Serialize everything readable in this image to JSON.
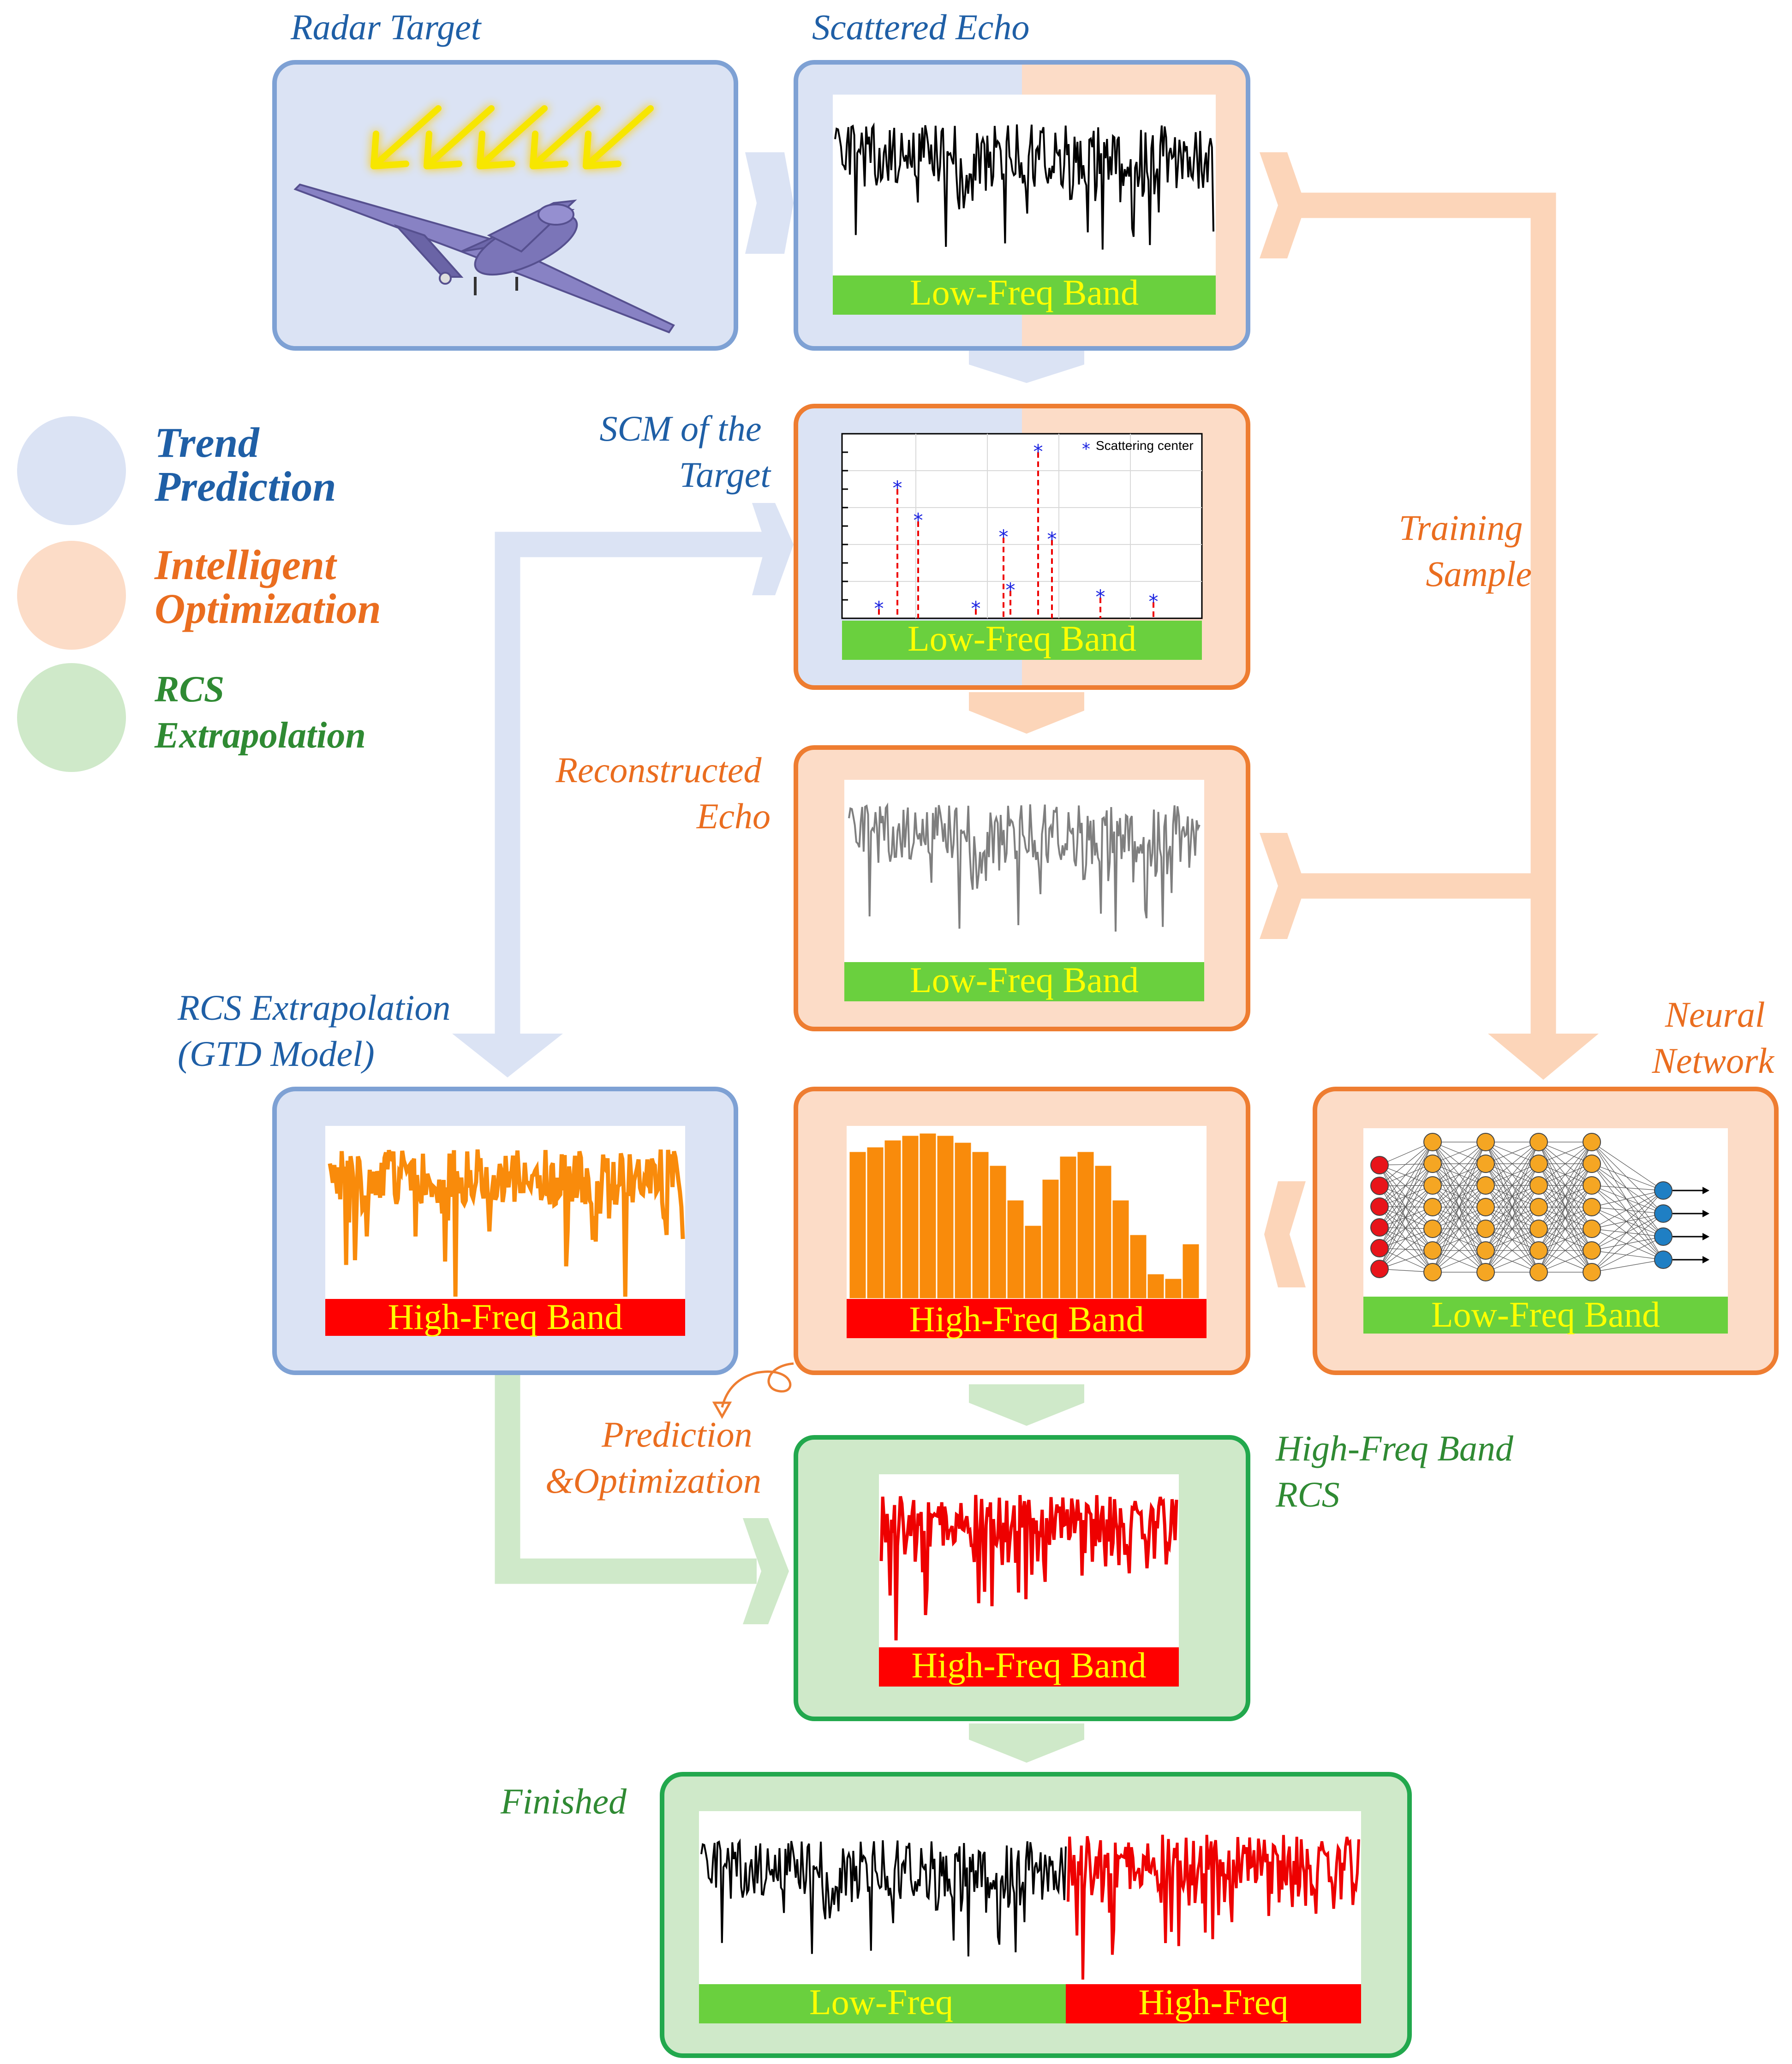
{
  "legend": {
    "trend": "Trend Prediction",
    "intelligent": "Intelligent Optimization",
    "rcs": "RCS Extrapolation"
  },
  "labels": {
    "radar_target": "Radar Target",
    "scattered_echo": "Scattered Echo",
    "scm_line1": "SCM of the",
    "scm_line2": "Target",
    "training_line1": "Training",
    "training_line2": "Sample",
    "reconstructed_line1": "Reconstructed",
    "reconstructed_line2": "Echo",
    "rcs_extrap_line1": "RCS  Extrapolation",
    "rcs_extrap_line2": "(GTD Model)",
    "neural_line1": "Neural",
    "neural_line2": "Network",
    "prediction_line1": "Prediction",
    "prediction_line2": "&Optimization",
    "highfreq_rcs_line1": "High-Freq Band",
    "highfreq_rcs_line2": "RCS",
    "finished": "Finished"
  },
  "bands": {
    "low_freq_band": "Low-Freq Band",
    "high_freq_band": "High-Freq Band",
    "low_freq": "Low-Freq",
    "high_freq": "High-Freq"
  },
  "scm_legend": "Scattering center",
  "colors": {
    "blue_fill": "#dbe3f4",
    "blue_border": "#7ea1d4",
    "orange_fill": "#fcdcc7",
    "orange_border": "#ee7d31",
    "green_fill": "#cce8c7",
    "green_border": "#22a84d",
    "band_green": "#6ad03e",
    "band_red": "#ff0000",
    "band_text": "#ffff00",
    "arrow_blue": "#dbe3f4",
    "arrow_orange": "#fcd5b9",
    "arrow_green": "#cfe9c9"
  }
}
